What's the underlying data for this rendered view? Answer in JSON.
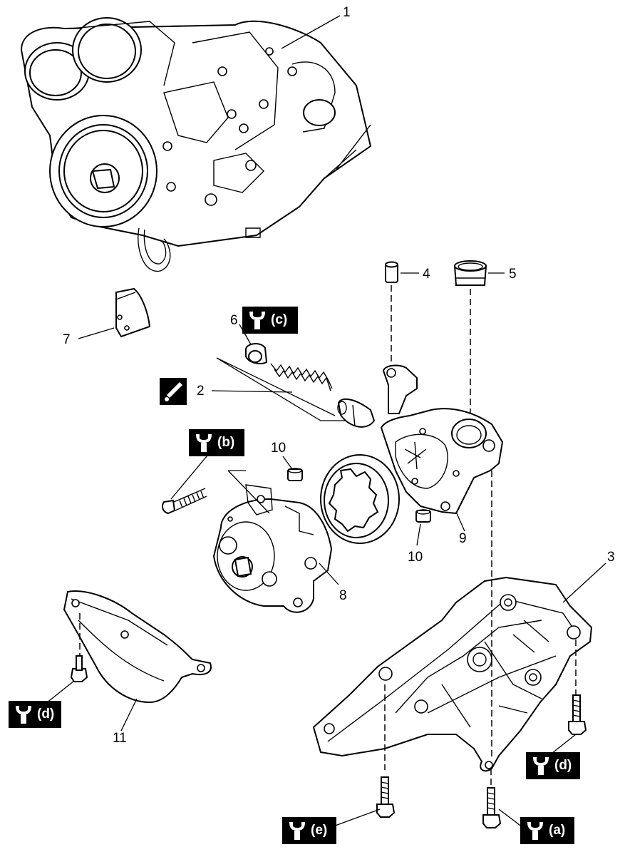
{
  "callouts": {
    "n1": "1",
    "n2": "2",
    "n3": "3",
    "n4": "4",
    "n5": "5",
    "n6": "6",
    "n7": "7",
    "n8": "8",
    "n9": "9",
    "n10a": "10",
    "n10b": "10",
    "n11": "11"
  },
  "torque_labels": {
    "a": "(a)",
    "b": "(b)",
    "c": "(c)",
    "d1": "(d)",
    "d2": "(d)",
    "e": "(e)"
  },
  "icons": {
    "torque": "wrench-icon",
    "lubricant": "oil-can-icon"
  },
  "colors": {
    "ink": "#000000",
    "paper": "#ffffff"
  }
}
